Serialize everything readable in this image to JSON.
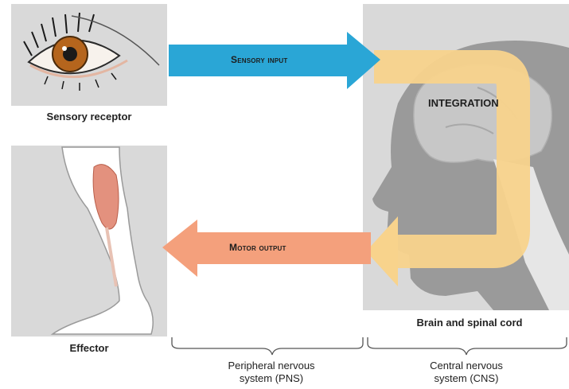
{
  "labels": {
    "sensory_receptor": "Sensory receptor",
    "effector": "Effector",
    "sensory_input": "Sensory input",
    "motor_output": "Motor output",
    "integration": "INTEGRATION",
    "brain_spinal_cord": "Brain and spinal cord",
    "pns_line1": "Peripheral nervous",
    "pns_line2": "system (PNS)",
    "cns_line1": "Central nervous",
    "cns_line2": "system (CNS)"
  },
  "colors": {
    "panel_bg": "#d9d9d9",
    "sensory_arrow": "#2aa6d6",
    "motor_arrow": "#f4a07c",
    "integration_loop": "#f8d38c",
    "head_silhouette": "#9a9a9a",
    "brain": "#c7c7c7",
    "muscle": "#e3917e",
    "iris": "#b5651d"
  },
  "icons": {
    "eye": "eye-illustration",
    "leg": "leg-muscle-illustration",
    "head": "head-brain-silhouette"
  }
}
